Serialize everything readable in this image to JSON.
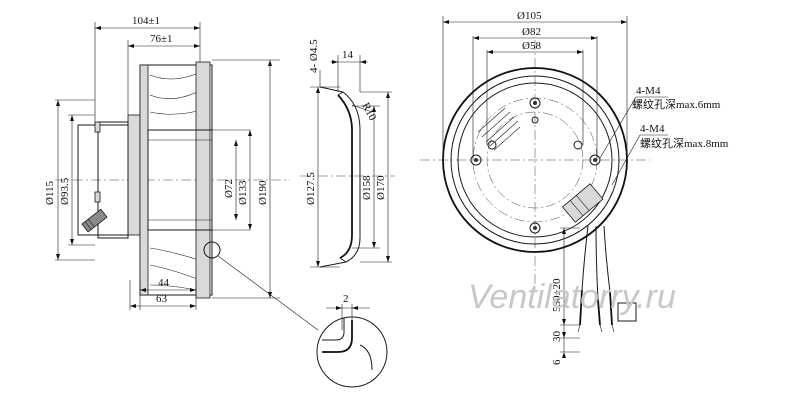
{
  "side_view": {
    "overall_width": "104±1",
    "inner_width": "76±1",
    "dia_115": "Ø115",
    "dia_93_5": "Ø93.5",
    "dia_72": "Ø72",
    "dia_133": "Ø133",
    "dia_190": "Ø190",
    "len_44": "44",
    "len_63": "63"
  },
  "section_view": {
    "holes": "4- Ø4.5",
    "depth": "14",
    "radius": "R10",
    "dia_127_5": "Ø127.5",
    "dia_158": "Ø158",
    "dia_170": "Ø170"
  },
  "detail_view": {
    "gap": "2"
  },
  "front_view": {
    "dia_105": "Ø105",
    "dia_82": "Ø82",
    "dia_58": "Ø58",
    "thread_a": "4-M4",
    "thread_a_depth": "螺纹孔深max.6mm",
    "thread_b": "4-M4",
    "thread_b_depth": "螺纹孔深max.8mm",
    "cable_len": "550±20",
    "strip_len": "30",
    "end_len": "6"
  },
  "watermark": "Ventilatorry.ru"
}
